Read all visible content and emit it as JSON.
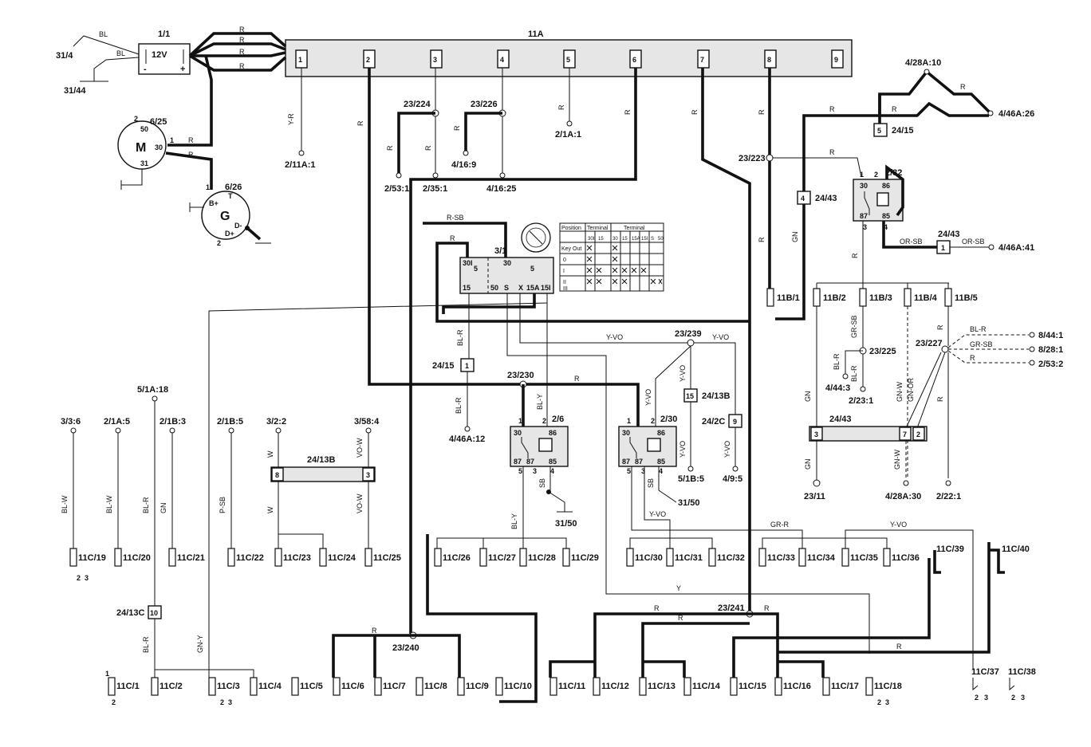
{
  "battery": {
    "id": "1/1",
    "voltage": "12V",
    "minus": "-",
    "plus": "+"
  },
  "top_fusebox": {
    "id": "11A",
    "fuses": [
      "1",
      "2",
      "3",
      "4",
      "5",
      "6",
      "7",
      "8",
      "9"
    ]
  },
  "starter": {
    "id": "6/25",
    "symbol": "M",
    "pins": [
      "2",
      "50",
      "1",
      "30",
      "31"
    ]
  },
  "generator": {
    "id": "6/26",
    "symbol": "G",
    "pins": [
      "1",
      "B+",
      "T",
      "D-",
      "D+",
      "2"
    ]
  },
  "ignition_switch": {
    "id": "3/1",
    "pins": [
      "30I",
      "5",
      "30",
      "5",
      "15",
      "50",
      "S",
      "X",
      "15A",
      "15I"
    ],
    "table": {
      "header_position": "Position",
      "header_terminal": "Terminal",
      "rows": [
        "Key Out",
        "0",
        "I",
        "II",
        "III"
      ],
      "cols_left": [
        "30I",
        "15"
      ],
      "cols_right": [
        "30",
        "15",
        "15A",
        "15I",
        "S",
        "50"
      ]
    }
  },
  "relays": [
    {
      "id": "2/6",
      "pins": [
        "1",
        "2",
        "30",
        "86",
        "87",
        "87",
        "85",
        "5",
        "3",
        "4"
      ]
    },
    {
      "id": "2/30",
      "pins": [
        "1",
        "2",
        "30",
        "86",
        "87",
        "87",
        "85",
        "5",
        "3",
        "4"
      ]
    },
    {
      "id": "2/32",
      "pins": [
        "1",
        "2",
        "30",
        "86",
        "87",
        "85",
        "3",
        "4"
      ]
    }
  ],
  "connectors": [
    {
      "id": "24/13B",
      "pins": [
        "8",
        "3"
      ]
    },
    {
      "id": "24/43",
      "pins": [
        "3",
        "7",
        "2"
      ]
    }
  ],
  "single_connectors": [
    {
      "id": "24/15",
      "pin": "1"
    },
    {
      "id": "24/13B",
      "pin": "15"
    },
    {
      "id": "24/2C",
      "pin": "9"
    },
    {
      "id": "24/13C",
      "pin": "10"
    },
    {
      "id": "24/43",
      "pin": "4"
    },
    {
      "id": "24/15",
      "pin": "5"
    },
    {
      "id": "24/43",
      "pin": "1"
    }
  ],
  "splices": [
    "23/224",
    "23/226",
    "23/223",
    "23/239",
    "23/230",
    "23/225",
    "23/227",
    "23/240",
    "23/241",
    "23/11"
  ],
  "terminals": [
    "31/4",
    "31/44",
    "2/11A:1",
    "2/53:1",
    "2/35:1",
    "4/16:9",
    "4/16:25",
    "2/1A:1",
    "4/28A:10",
    "4/46A:26",
    "4/46A:41",
    "8/44:1",
    "8/28:1",
    "2/53:2",
    "4/44:3",
    "2/23:1",
    "4/28A:30",
    "2/22:1",
    "4/46A:12",
    "5/1B:5",
    "4/9:5",
    "31/50",
    "31/50",
    "5/1A:18",
    "3/3:6",
    "2/1A:5",
    "2/1B:3",
    "2/1B:5",
    "3/2:2",
    "3/58:4"
  ],
  "fuses_11B": [
    "11B/1",
    "11B/2",
    "11B/3",
    "11B/4",
    "11B/5"
  ],
  "fuses_11C_mid": [
    "11C/19",
    "11C/20",
    "11C/21",
    "11C/22",
    "11C/23",
    "11C/24",
    "11C/25",
    "11C/26",
    "11C/27",
    "11C/28",
    "11C/29",
    "11C/30",
    "11C/31",
    "11C/32",
    "11C/33",
    "11C/34",
    "11C/35",
    "11C/36",
    "11C/39",
    "11C/40"
  ],
  "fuses_11C_bottom": [
    "11C/1",
    "11C/2",
    "11C/3",
    "11C/4",
    "11C/5",
    "11C/6",
    "11C/7",
    "11C/8",
    "11C/9",
    "11C/10",
    "11C/11",
    "11C/12",
    "11C/13",
    "11C/14",
    "11C/15",
    "11C/16",
    "11C/17",
    "11C/18",
    "11C/37",
    "11C/38"
  ],
  "wire_colors": [
    "R",
    "BL",
    "Y-R",
    "R-SB",
    "BL-R",
    "Y-VO",
    "BL-Y",
    "SB",
    "GN",
    "GR-SB",
    "GN-W",
    "GN-OR",
    "OR-SB",
    "BL-W",
    "P-SB",
    "W",
    "VO-W",
    "GR-R",
    "Y",
    "GN-Y"
  ],
  "pin_numbers": [
    "1",
    "2",
    "3"
  ],
  "colors": {
    "ink": "#111111",
    "box_fill": "#e6e6e6",
    "background": "#ffffff"
  }
}
